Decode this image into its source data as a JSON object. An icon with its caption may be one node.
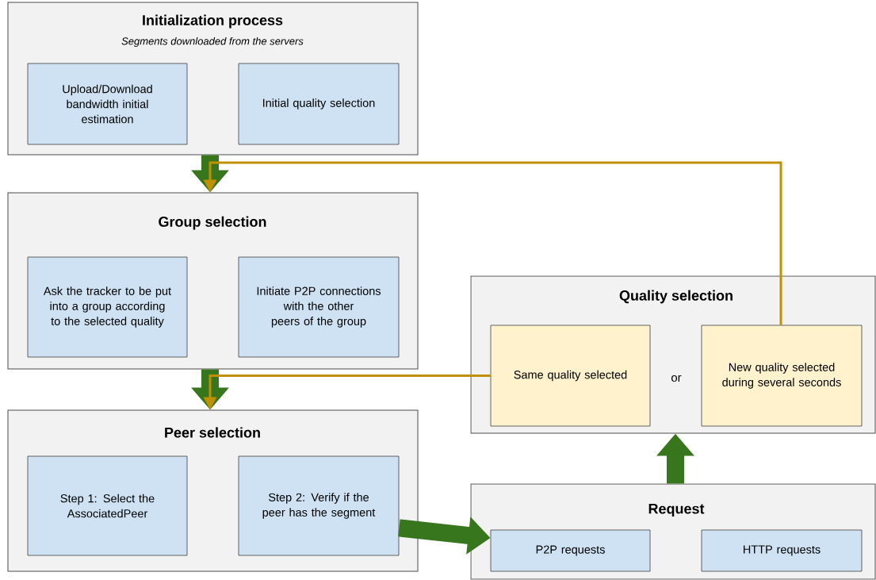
{
  "diagram": {
    "nodes": [
      {
        "text": [
          "Initialization process",
          "Segments downloaded from the servers"
        ]
      },
      {
        "text": [
          "Upload/Download bandwidth initial estimation"
        ],
        "in": 0
      },
      {
        "text": [
          "Initial quality selection"
        ],
        "in": 0
      },
      {
        "text": [
          "Group selection"
        ]
      },
      {
        "text": [
          "Ask the tracker to be put into a group according to the selected quality"
        ],
        "in": 3
      },
      {
        "text": [
          "Initiate P2P connections with the other peers of the group"
        ],
        "in": 3
      },
      {
        "text": [
          "Peer selection"
        ]
      },
      {
        "text": [
          "Step 1: Select the AssociatedPeer"
        ],
        "in": 6
      },
      {
        "text": [
          "Step 2: Verify if the peer has the segment"
        ],
        "in": 6
      },
      {
        "text": [
          "Quality selection",
          "or"
        ]
      },
      {
        "text": [
          "Same quality selected"
        ],
        "in": 9
      },
      {
        "text": [
          "New quality selected during several seconds"
        ],
        "in": 9
      },
      {
        "text": [
          "Request"
        ]
      },
      {
        "text": [
          "P2P requests"
        ],
        "in": 12
      },
      {
        "text": [
          "HTTP requests"
        ],
        "in": 12
      }
    ],
    "edges": [
      {
        "from": 0,
        "to": 3,
        "arrow": "to"
      },
      {
        "from": 3,
        "to": 6,
        "arrow": "to"
      },
      {
        "from": 8,
        "to": 13,
        "arrow": "to"
      },
      {
        "from": 12,
        "to": 9,
        "arrow": "to"
      },
      {
        "from": 11,
        "to": 3,
        "arrow": "to",
        "color": "#bf9000"
      },
      {
        "from": 10,
        "to": 6,
        "arrow": "to",
        "color": "#bf9000"
      }
    ]
  }
}
